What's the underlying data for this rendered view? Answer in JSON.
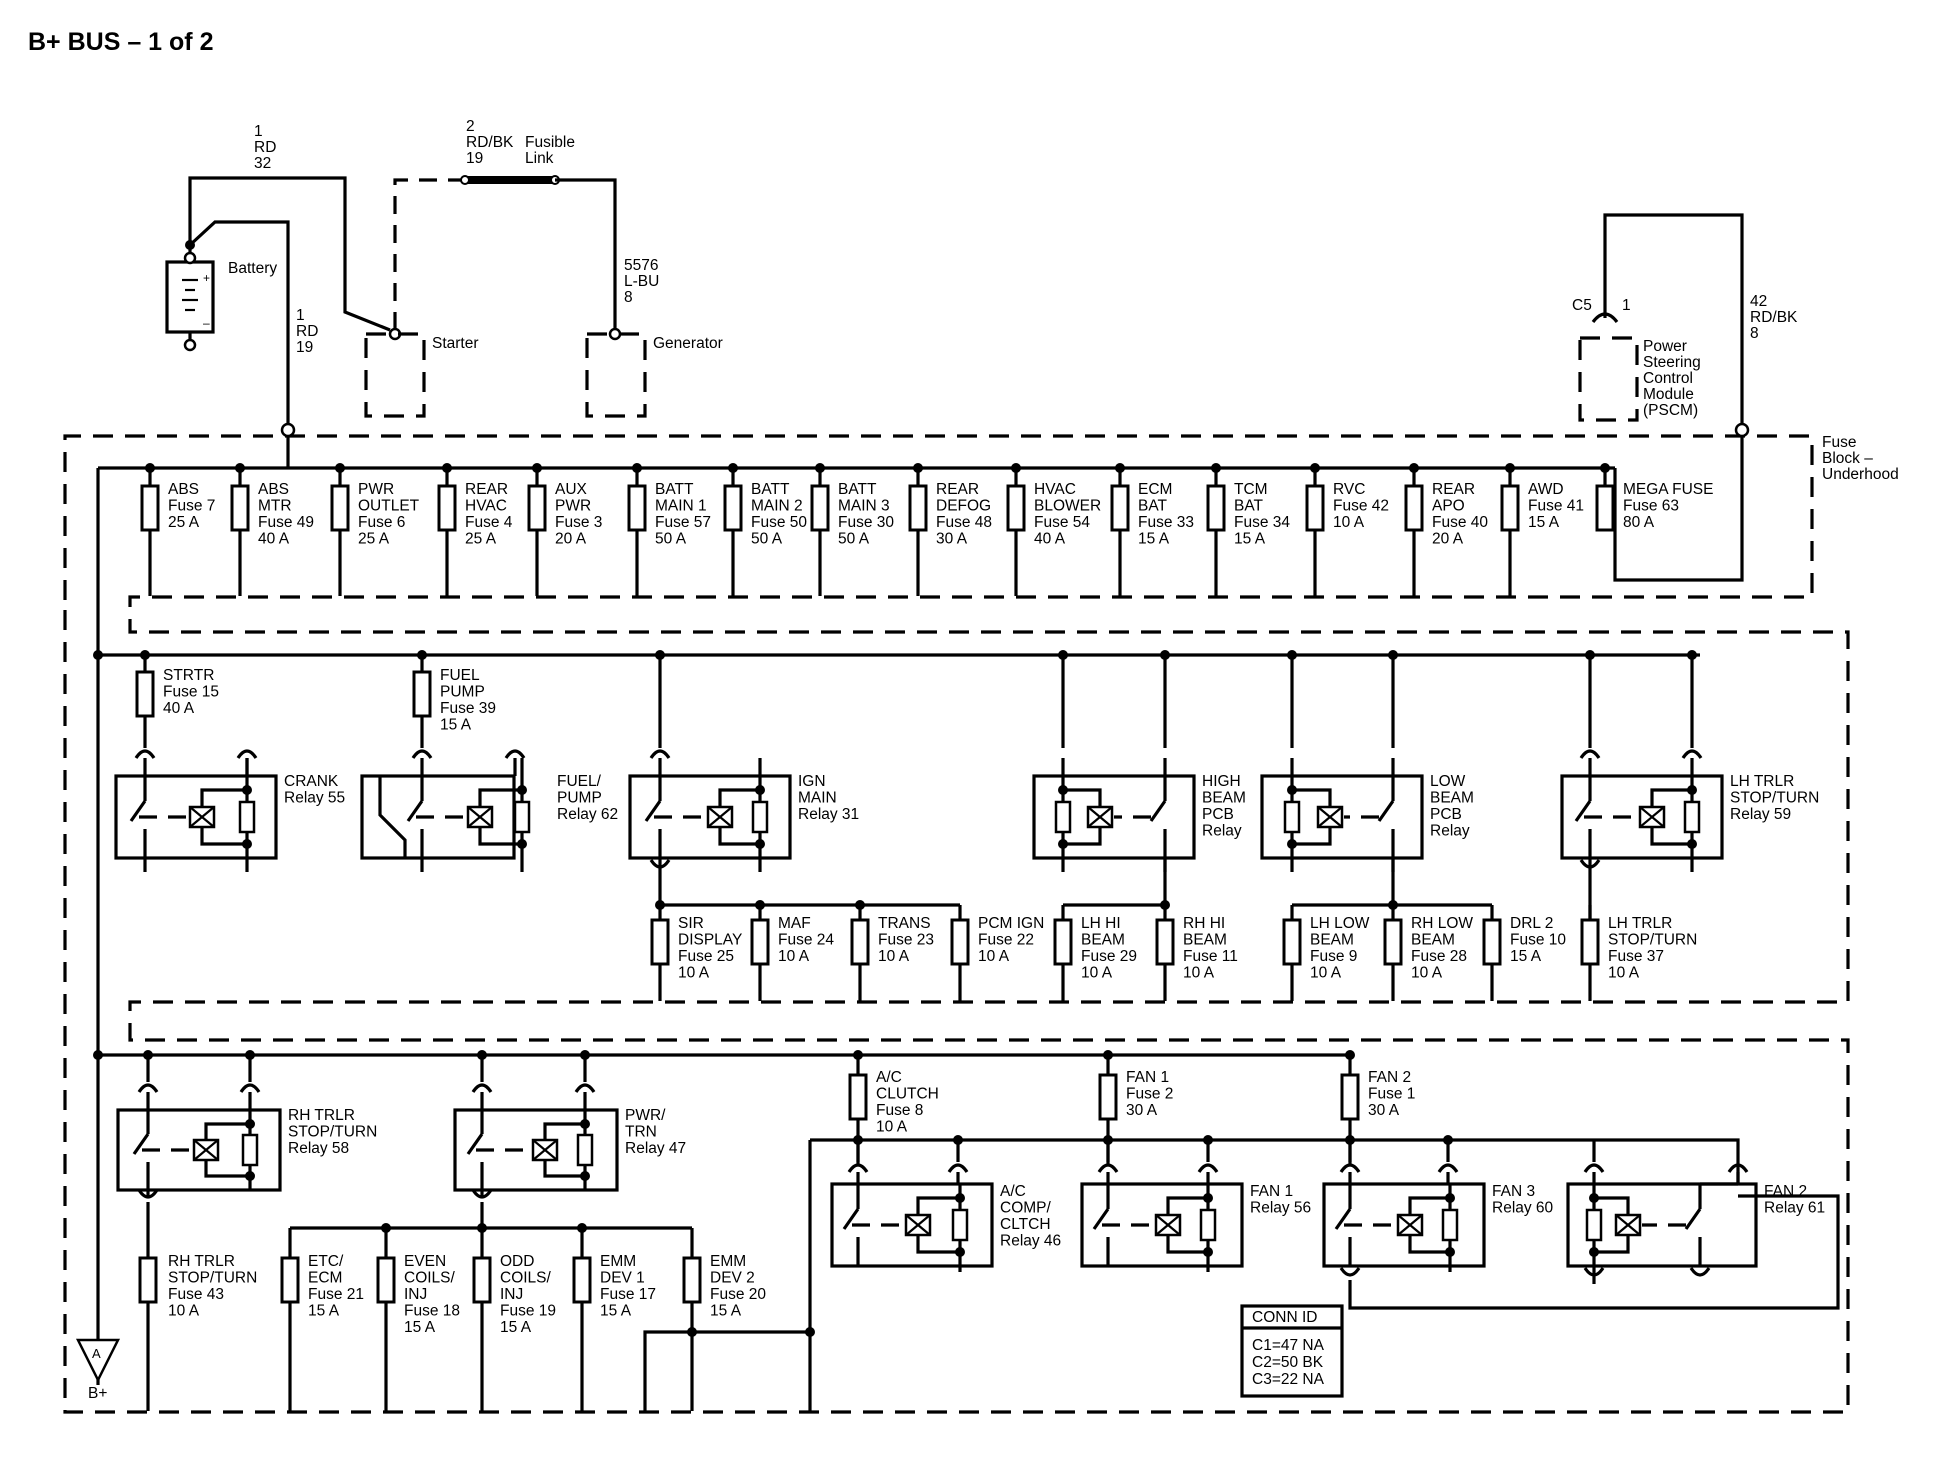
{
  "title": "B+ BUS – 1 of 2",
  "battery": {
    "label": "Battery",
    "pos": "+",
    "neg": "–"
  },
  "wires": {
    "w1": [
      "1",
      "RD",
      "32"
    ],
    "w2": [
      "2",
      "RD/BK",
      "19"
    ],
    "fusible_link": [
      "Fusible",
      "Link"
    ],
    "w3": [
      "5576",
      "L-BU",
      "8"
    ],
    "w4": [
      "1",
      "RD",
      "19"
    ],
    "w5": [
      "42",
      "RD/BK",
      "8"
    ]
  },
  "starter": "Starter",
  "generator": "Generator",
  "pscm": {
    "connector": "C5",
    "pin": "1",
    "lines": [
      "Power",
      "Steering",
      "Control",
      "Module",
      "(PSCM)"
    ]
  },
  "fuse_block": [
    "Fuse",
    "Block –",
    "Underhood"
  ],
  "top_fuses": [
    [
      "ABS",
      "Fuse 7",
      "25 A"
    ],
    [
      "ABS",
      "MTR",
      "Fuse 49",
      "40 A"
    ],
    [
      "PWR",
      "OUTLET",
      "Fuse 6",
      "25 A"
    ],
    [
      "REAR",
      "HVAC",
      "Fuse 4",
      "25 A"
    ],
    [
      "AUX",
      "PWR",
      "Fuse 3",
      "20 A"
    ],
    [
      "BATT",
      "MAIN 1",
      "Fuse 57",
      "50 A"
    ],
    [
      "BATT",
      "MAIN 2",
      "Fuse 50",
      "50 A"
    ],
    [
      "BATT",
      "MAIN 3",
      "Fuse 30",
      "50 A"
    ],
    [
      "REAR",
      "DEFOG",
      "Fuse 48",
      "30 A"
    ],
    [
      "HVAC",
      "BLOWER",
      "Fuse 54",
      "40 A"
    ],
    [
      "ECM",
      "BAT",
      "Fuse 33",
      "15 A"
    ],
    [
      "TCM",
      "BAT",
      "Fuse 34",
      "15 A"
    ],
    [
      "RVC",
      "Fuse 42",
      "10 A"
    ],
    [
      "REAR",
      "APO",
      "Fuse 40",
      "20 A"
    ],
    [
      "AWD",
      "Fuse 41",
      "15 A"
    ],
    [
      "MEGA FUSE",
      "Fuse 63",
      "80 A"
    ]
  ],
  "mid_fuses_top": [
    [
      "STRTR",
      "Fuse 15",
      "40 A"
    ],
    [
      "FUEL",
      "PUMP",
      "Fuse 39",
      "15 A"
    ]
  ],
  "mid_relays": [
    [
      "CRANK",
      "Relay 55"
    ],
    [
      "FUEL/",
      "PUMP",
      "Relay 62"
    ],
    [
      "IGN",
      "MAIN",
      "Relay 31"
    ],
    [
      "HIGH",
      "BEAM",
      "PCB",
      "Relay"
    ],
    [
      "LOW",
      "BEAM",
      "PCB",
      "Relay"
    ],
    [
      "LH TRLR",
      "STOP/TURN",
      "Relay 59"
    ]
  ],
  "mid_fuses_bottom": [
    [
      "SIR",
      "DISPLAY",
      "Fuse 25",
      "10 A"
    ],
    [
      "MAF",
      "Fuse 24",
      "10 A"
    ],
    [
      "TRANS",
      "Fuse 23",
      "10 A"
    ],
    [
      "PCM IGN",
      "Fuse 22",
      "10 A"
    ],
    [
      "LH HI",
      "BEAM",
      "Fuse 29",
      "10 A"
    ],
    [
      "RH HI",
      "BEAM",
      "Fuse 11",
      "10 A"
    ],
    [
      "LH LOW",
      "BEAM",
      "Fuse 9",
      "10 A"
    ],
    [
      "RH LOW",
      "BEAM",
      "Fuse 28",
      "10 A"
    ],
    [
      "DRL 2",
      "Fuse 10",
      "15 A"
    ],
    [
      "LH TRLR",
      "STOP/TURN",
      "Fuse 37",
      "10 A"
    ]
  ],
  "bot_relays": [
    [
      "RH TRLR",
      "STOP/TURN",
      "Relay 58"
    ],
    [
      "PWR/",
      "TRN",
      "Relay 47"
    ],
    [
      "A/C",
      "COMP/",
      "CLTCH",
      "Relay 46"
    ],
    [
      "FAN 1",
      "Relay 56"
    ],
    [
      "FAN 3",
      "Relay 60"
    ],
    [
      "FAN 2",
      "Relay 61"
    ]
  ],
  "bot_fuses_top": [
    [
      "A/C",
      "CLUTCH",
      "Fuse 8",
      "10 A"
    ],
    [
      "FAN 1",
      "Fuse 2",
      "30 A"
    ],
    [
      "FAN 2",
      "Fuse 1",
      "30 A"
    ]
  ],
  "bot_fuses_bottom": [
    [
      "RH TRLR",
      "STOP/TURN",
      "Fuse 43",
      "10 A"
    ],
    [
      "ETC/",
      "ECM",
      "Fuse 21",
      "15 A"
    ],
    [
      "EVEN",
      "COILS/",
      "INJ",
      "Fuse 18",
      "15 A"
    ],
    [
      "ODD",
      "COILS/",
      "INJ",
      "Fuse 19",
      "15 A"
    ],
    [
      "EMM",
      "DEV 1",
      "Fuse 17",
      "15 A"
    ],
    [
      "EMM",
      "DEV 2",
      "Fuse 20",
      "15 A"
    ]
  ],
  "conn_id": {
    "header": "CONN ID",
    "rows": [
      "C1=47 NA",
      "C2=50 BK",
      "C3=22 NA"
    ]
  },
  "offpage": {
    "letter": "A",
    "label": "B+"
  }
}
